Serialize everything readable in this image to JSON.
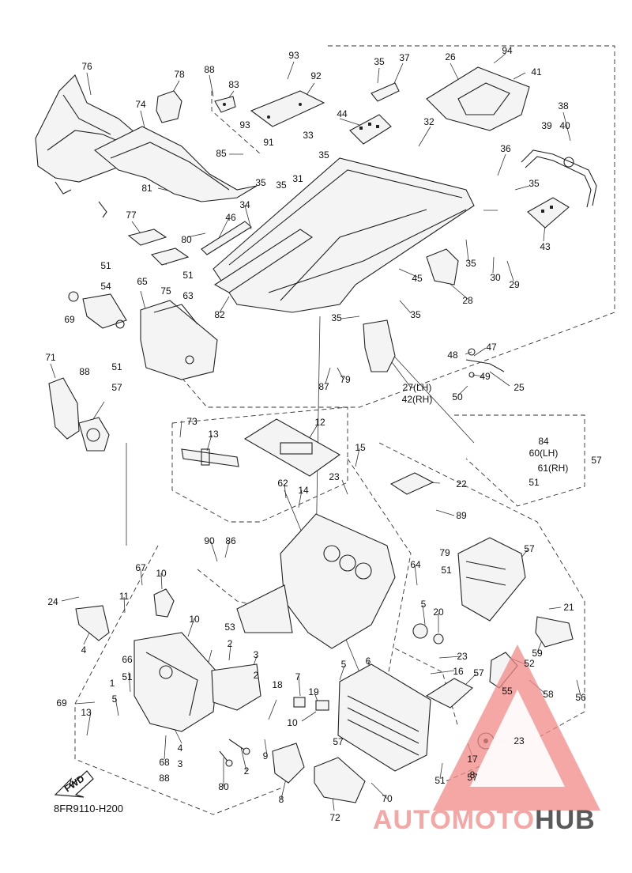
{
  "diagram": {
    "code": "8FR9110-H200",
    "fwd_label": "FWD",
    "watermark": {
      "part_a": "AUTOMOTO",
      "part_b": "HUB",
      "accent": "#f08a86",
      "dark": "#5a5a5a"
    },
    "callouts": [
      "76",
      "78",
      "88",
      "83",
      "93",
      "92",
      "35",
      "37",
      "26",
      "94",
      "41",
      "74",
      "93",
      "91",
      "33",
      "44",
      "32",
      "38",
      "39",
      "40",
      "85",
      "35",
      "31",
      "35",
      "36",
      "35",
      "81",
      "34",
      "46",
      "35",
      "43",
      "77",
      "80",
      "75",
      "30",
      "29",
      "35",
      "45",
      "28",
      "51",
      "54",
      "51",
      "63",
      "65",
      "69",
      "82",
      "35",
      "35",
      "48",
      "47",
      "49",
      "71",
      "88",
      "51",
      "57",
      "87",
      "79",
      "27(LH)",
      "42(RH)",
      "25",
      "50",
      "73",
      "13",
      "12",
      "15",
      "84",
      "60(LH)",
      "61(RH)",
      "57",
      "51",
      "62",
      "14",
      "23",
      "22",
      "89",
      "90",
      "86",
      "79",
      "51",
      "57",
      "64",
      "24",
      "67",
      "10",
      "11",
      "10",
      "5",
      "20",
      "21",
      "59",
      "53",
      "2",
      "3",
      "2",
      "4",
      "66",
      "5",
      "6",
      "23",
      "16",
      "57",
      "52",
      "55",
      "56",
      "58",
      "69",
      "51",
      "1",
      "5",
      "7",
      "19",
      "18",
      "13",
      "10",
      "17",
      "57",
      "23",
      "68",
      "4",
      "3",
      "2",
      "9",
      "8",
      "57",
      "51",
      "80",
      "8",
      "72",
      "70",
      "88",
      "2"
    ]
  }
}
